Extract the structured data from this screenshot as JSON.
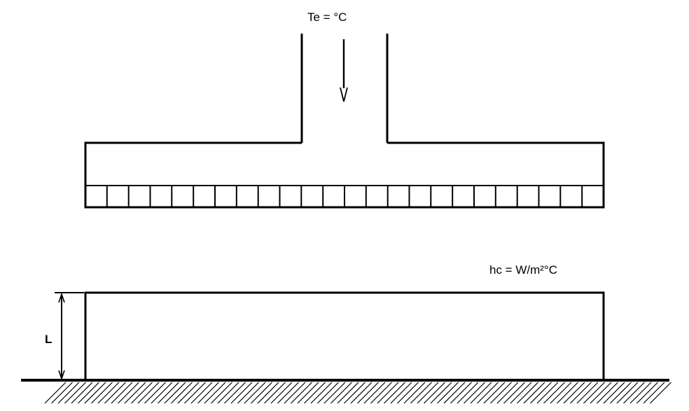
{
  "labels": {
    "te": "Te =  °C",
    "hc": "hc =  W/m²°C",
    "length": "L"
  },
  "diagram": {
    "nozzle_cell_count": 24
  },
  "colors": {
    "stroke": "#000000",
    "background": "#ffffff"
  }
}
